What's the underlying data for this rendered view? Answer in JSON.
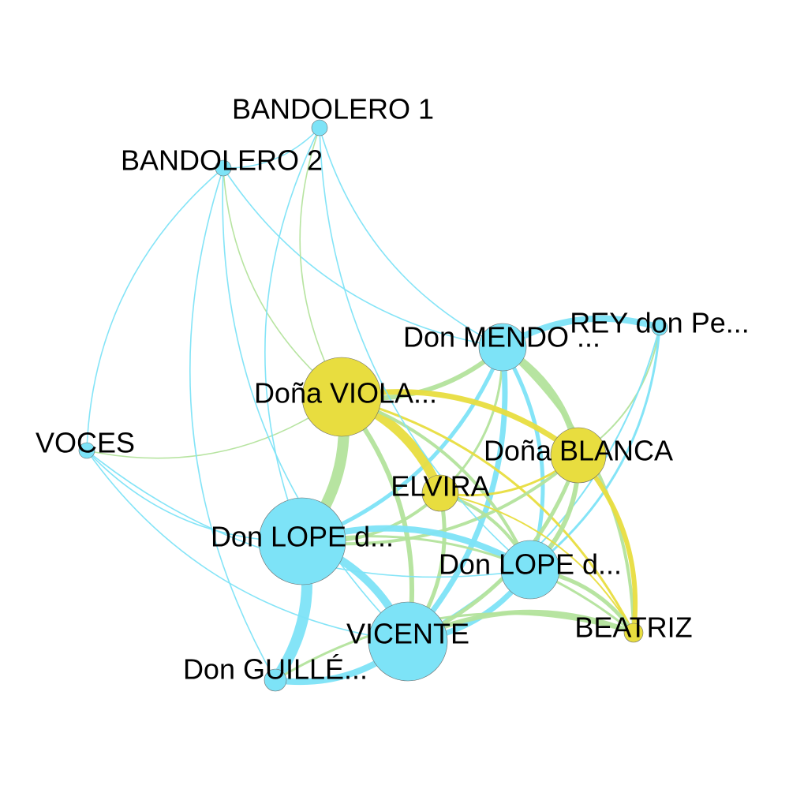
{
  "colors": {
    "male": "#7de3f7",
    "female": "#e8dd3f",
    "mixed_edge": "#b3e39c"
  },
  "nodes": [
    {
      "id": "bandolero1",
      "label": "BANDOLERO 1",
      "gender": "male",
      "size": 1
    },
    {
      "id": "bandolero2",
      "label": "BANDOLERO 2",
      "gender": "male",
      "size": 1
    },
    {
      "id": "mendo",
      "label": "Don MENDO ...",
      "gender": "male",
      "size": 3
    },
    {
      "id": "rey",
      "label": "REY don Pe...",
      "gender": "male",
      "size": 1
    },
    {
      "id": "viola",
      "label": "Doña VIOLA...",
      "gender": "female",
      "size": 5
    },
    {
      "id": "voces",
      "label": "VOCES",
      "gender": "male",
      "size": 1
    },
    {
      "id": "blanca",
      "label": "Doña BLANCA",
      "gender": "female",
      "size": 3.5
    },
    {
      "id": "elvira",
      "label": "ELVIRA",
      "gender": "female",
      "size": 2.3
    },
    {
      "id": "lope1",
      "label": "Don LOPE d...",
      "gender": "male",
      "size": 5.5
    },
    {
      "id": "lope2",
      "label": "Don LOPE d...",
      "gender": "male",
      "size": 3.7
    },
    {
      "id": "beatriz",
      "label": "BEATRIZ",
      "gender": "female",
      "size": 1.2
    },
    {
      "id": "vicente",
      "label": "VICENTE",
      "gender": "male",
      "size": 5
    },
    {
      "id": "guillen",
      "label": "Don GUILLÉ...",
      "gender": "male",
      "size": 1.4
    }
  ],
  "edges": [
    [
      "mendo",
      "rey",
      8,
      "male"
    ],
    [
      "mendo",
      "viola",
      6,
      "mixed"
    ],
    [
      "mendo",
      "blanca",
      8,
      "mixed"
    ],
    [
      "mendo",
      "elvira",
      3,
      "mixed"
    ],
    [
      "mendo",
      "lope1",
      5,
      "male"
    ],
    [
      "mendo",
      "lope2",
      5,
      "male"
    ],
    [
      "mendo",
      "vicente",
      7,
      "male"
    ],
    [
      "mendo",
      "beatriz",
      4,
      "mixed"
    ],
    [
      "mendo",
      "bandolero1",
      1.5,
      "male"
    ],
    [
      "mendo",
      "bandolero2",
      1.5,
      "male"
    ],
    [
      "rey",
      "blanca",
      2,
      "mixed"
    ],
    [
      "rey",
      "lope2",
      3,
      "male"
    ],
    [
      "rey",
      "vicente",
      2,
      "male"
    ],
    [
      "viola",
      "blanca",
      7,
      "female"
    ],
    [
      "viola",
      "elvira",
      12,
      "female"
    ],
    [
      "viola",
      "lope1",
      14,
      "mixed"
    ],
    [
      "viola",
      "lope2",
      4,
      "mixed"
    ],
    [
      "viola",
      "vicente",
      6,
      "mixed"
    ],
    [
      "viola",
      "beatriz",
      3,
      "female"
    ],
    [
      "viola",
      "bandolero1",
      1.5,
      "mixed"
    ],
    [
      "viola",
      "bandolero2",
      1.5,
      "mixed"
    ],
    [
      "viola",
      "voces",
      1.5,
      "mixed"
    ],
    [
      "blanca",
      "elvira",
      3,
      "female"
    ],
    [
      "blanca",
      "lope1",
      4,
      "mixed"
    ],
    [
      "blanca",
      "lope2",
      6,
      "mixed"
    ],
    [
      "blanca",
      "vicente",
      5,
      "mixed"
    ],
    [
      "blanca",
      "beatriz",
      6,
      "female"
    ],
    [
      "elvira",
      "lope1",
      4,
      "mixed"
    ],
    [
      "elvira",
      "lope2",
      4,
      "mixed"
    ],
    [
      "elvira",
      "vicente",
      5,
      "mixed"
    ],
    [
      "elvira",
      "beatriz",
      2,
      "female"
    ],
    [
      "lope1",
      "lope2",
      8,
      "male"
    ],
    [
      "lope1",
      "vicente",
      10,
      "male"
    ],
    [
      "lope1",
      "guillen",
      14,
      "male"
    ],
    [
      "lope1",
      "beatriz",
      3,
      "mixed"
    ],
    [
      "lope1",
      "voces",
      1.5,
      "male"
    ],
    [
      "lope1",
      "bandolero1",
      1.5,
      "male"
    ],
    [
      "lope2",
      "vicente",
      7,
      "male"
    ],
    [
      "lope2",
      "beatriz",
      5,
      "mixed"
    ],
    [
      "lope2",
      "voces",
      1.5,
      "male"
    ],
    [
      "lope2",
      "bandolero1",
      1.5,
      "male"
    ],
    [
      "vicente",
      "guillen",
      8,
      "male"
    ],
    [
      "vicente",
      "beatriz",
      6,
      "mixed"
    ],
    [
      "vicente",
      "voces",
      1.5,
      "male"
    ],
    [
      "vicente",
      "bandolero2",
      1.5,
      "male"
    ],
    [
      "guillen",
      "beatriz",
      3,
      "mixed"
    ],
    [
      "guillen",
      "bandolero2",
      1.5,
      "male"
    ],
    [
      "bandolero1",
      "bandolero2",
      1.5,
      "male"
    ],
    [
      "voces",
      "bandolero2",
      1.5,
      "male"
    ]
  ]
}
